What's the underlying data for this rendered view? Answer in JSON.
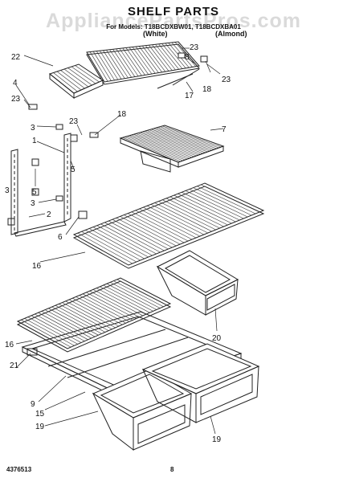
{
  "header": {
    "title": "SHELF PARTS",
    "watermark": "AppliancePartsPros.com",
    "for_models": "For Models: T18BCDXBW01, T18BCDXBA01",
    "color_white": "(White)",
    "color_almond": "(Almond)"
  },
  "footer": {
    "part_number": "4376513",
    "page_number": "8"
  },
  "callouts": [
    {
      "id": "c22",
      "text": "22"
    },
    {
      "id": "c23a",
      "text": "23"
    },
    {
      "id": "c8",
      "text": "8"
    },
    {
      "id": "c23b",
      "text": "23"
    },
    {
      "id": "c18a",
      "text": "18"
    },
    {
      "id": "c4",
      "text": "4"
    },
    {
      "id": "c23c",
      "text": "23"
    },
    {
      "id": "c17",
      "text": "17"
    },
    {
      "id": "c18b",
      "text": "18"
    },
    {
      "id": "c3a",
      "text": "3"
    },
    {
      "id": "c23d",
      "text": "23"
    },
    {
      "id": "c7",
      "text": "7"
    },
    {
      "id": "c1",
      "text": "1"
    },
    {
      "id": "c5a",
      "text": "5"
    },
    {
      "id": "c3b",
      "text": "3"
    },
    {
      "id": "c5b",
      "text": "5"
    },
    {
      "id": "c3c",
      "text": "3"
    },
    {
      "id": "c2",
      "text": "2"
    },
    {
      "id": "c6",
      "text": "6"
    },
    {
      "id": "c16a",
      "text": "16"
    },
    {
      "id": "c20",
      "text": "20"
    },
    {
      "id": "c16b",
      "text": "16"
    },
    {
      "id": "c21",
      "text": "21"
    },
    {
      "id": "c9",
      "text": "9"
    },
    {
      "id": "c15",
      "text": "15"
    },
    {
      "id": "c19a",
      "text": "19"
    },
    {
      "id": "c19b",
      "text": "19"
    }
  ]
}
